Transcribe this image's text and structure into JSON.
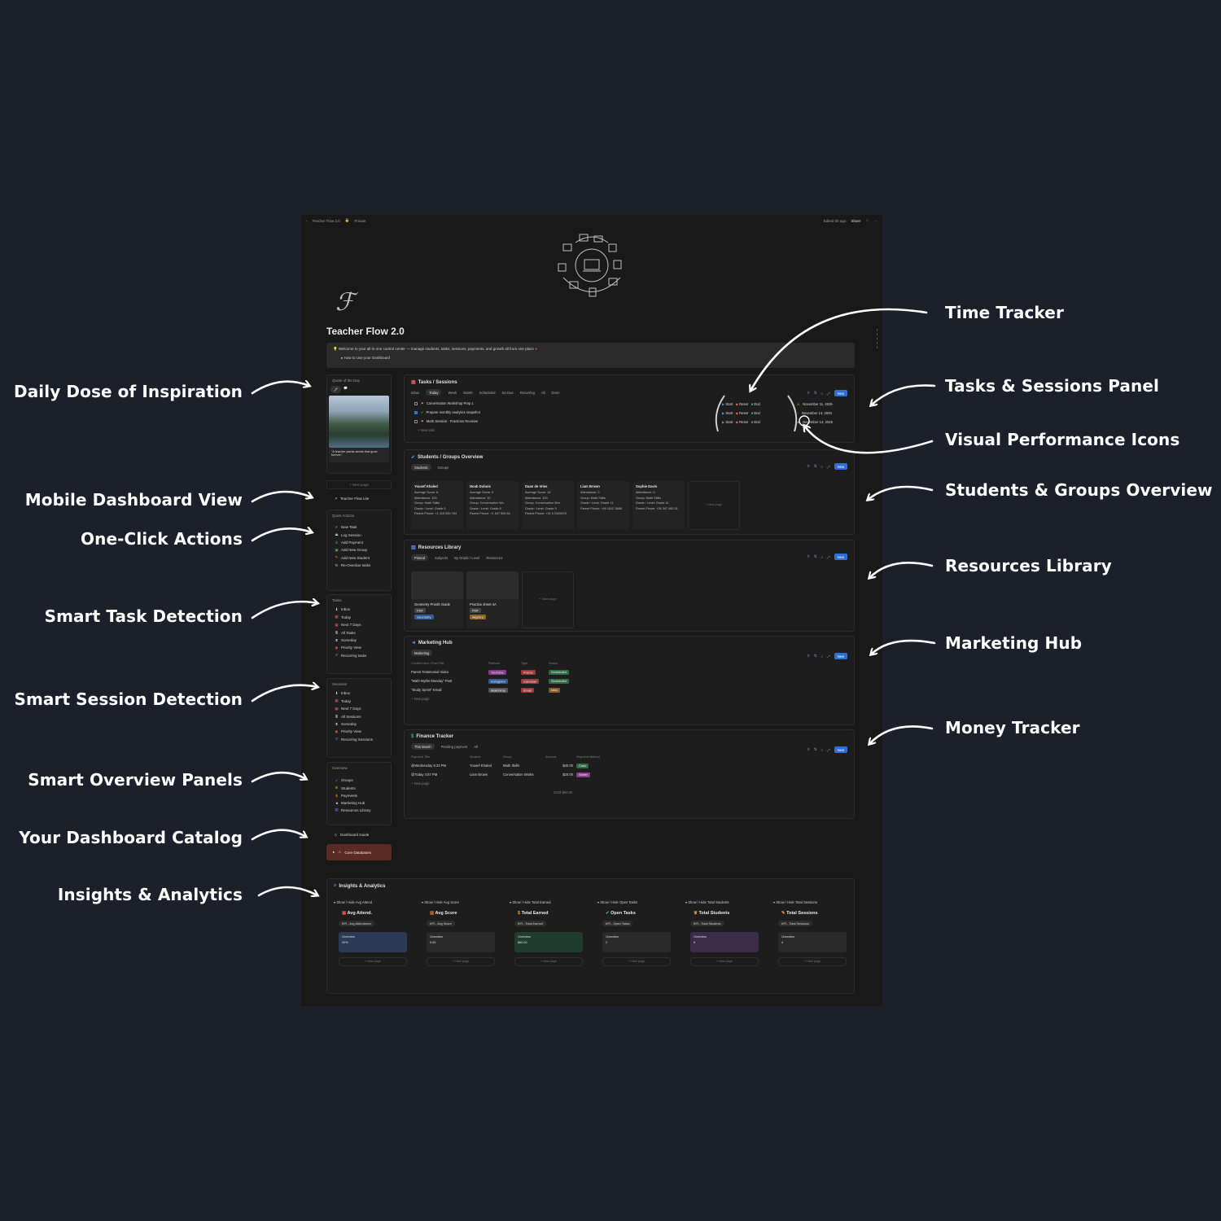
{
  "window": {
    "breadcrumb": "Teacher Flow 2.0",
    "privacy": "Private",
    "edited": "Edited 6h ago",
    "share": "Share",
    "page_title": "Teacher Flow 2.0",
    "welcome_text": "Welcome to your all-in-one control center — manage students, tasks, sessions, payments, and growth all from one place",
    "how_to": "How to Use your Dashboard"
  },
  "sidebar": {
    "quote_head": "Quote of the Day",
    "quote_text": "\"A teacher plants seeds that grow forever.\"",
    "new_page": "+ New page",
    "lite": "Teacher Flow Lite",
    "quick_actions": {
      "head": "Quick Actions",
      "items": [
        "New Task",
        "Log Session",
        "Add Payment",
        "Add New Group",
        "Add New Student",
        "Re-Overdue tasks"
      ]
    },
    "tasks": {
      "head": "Tasks",
      "items": [
        "Inbox",
        "Today",
        "Next 7 Days",
        "All Tasks",
        "Someday",
        "Priority View",
        "Recurring tasks"
      ]
    },
    "sessions": {
      "head": "Sessions",
      "items": [
        "Inbox",
        "Today",
        "Next 7 Days",
        "All Sessions",
        "Someday",
        "Priority View",
        "Recurring Sessions"
      ]
    },
    "overview": {
      "head": "Overview",
      "items": [
        "Groups",
        "Students",
        "Payments",
        "Marketing Hub",
        "Resources Library"
      ]
    },
    "guide": "Dashboard Guide",
    "core": "Core Databases"
  },
  "tasks": {
    "title": "Tasks / Sessions",
    "tabs": [
      "Inbox",
      "Today",
      "Week",
      "Month",
      "Scheduled",
      "No Due",
      "Recurring",
      "All",
      "Done"
    ],
    "new_label": "New",
    "rows": [
      {
        "name": "Conversation Workshop Prep 1",
        "date": "November 11, 2025",
        "checked": false
      },
      {
        "name": "Prepare monthly analytics snapshot",
        "date": "November 14, 2025",
        "checked": true
      },
      {
        "name": "Math Session - Fractions Revision",
        "date": "November 14, 2025",
        "checked": false
      }
    ],
    "timer": {
      "start": "Start",
      "reset": "Reset",
      "end": "End"
    },
    "new_task": "+ New task"
  },
  "students": {
    "title": "Students / Groups Overview",
    "tabs": [
      "Students",
      "Groups"
    ],
    "new_label": "New",
    "cards": [
      {
        "name": "Yousef Khaled",
        "l1": "Average Score: 8",
        "l2": "Attendance: 100",
        "l3": "Group: Math Skills",
        "l4": "Grade / Level: Grade 5",
        "l5": "Parent Phone: +1 415 555 784"
      },
      {
        "name": "Noah Dubois",
        "l1": "Average Score: 9",
        "l2": "Attendance: 10",
        "l3": "Group: Conversation Wo",
        "l4": "Grade / Level: Grade 8",
        "l5": "Parent Phone: +1 647 555 84"
      },
      {
        "name": "Daan de Vries",
        "l1": "Average Score: 10",
        "l2": "Attendance: 100",
        "l3": "Group: Conversation Wor",
        "l4": "Grade / Level: Grade 9",
        "l5": "Parent Phone: +31 6 2345678"
      },
      {
        "name": "Liam Brown",
        "l1": "Attendance: 0",
        "l2": "Group: Math Skills",
        "l3": "Grade / Level: Grade 11",
        "l4": "Parent Phone: +49 1512 3488",
        "l5": ""
      },
      {
        "name": "Sophie Davis",
        "l1": "Attendance: 0",
        "l2": "Group: Math Skills",
        "l3": "Grade / Level: Grade 11",
        "l4": "Parent Phone: +39 347 982 61",
        "l5": ""
      }
    ],
    "new_page": "+ New page"
  },
  "resources": {
    "title": "Resources Library",
    "tabs": [
      "Pinned",
      "Subjects",
      "By Grade / Level",
      "Resources"
    ],
    "new_label": "New",
    "cards": [
      {
        "name": "Geometry Proofs Guide",
        "type": "PDF",
        "tag": "Geometry"
      },
      {
        "name": "Practice sheet 4A",
        "type": "PDF",
        "tag": "Algebra"
      }
    ],
    "new_page": "+ New page"
  },
  "marketing": {
    "title": "Marketing Hub",
    "tab": "Marketing",
    "new_label": "New",
    "headers": [
      "Content Idea / Post Title",
      "Platform",
      "Type",
      "Status"
    ],
    "rows": [
      {
        "title": "Parent Testimonial Video",
        "platform": "YouTube",
        "type": "Promo",
        "status": "Scheduled"
      },
      {
        "title": "\"Math Myths Monday\" Post",
        "platform": "Instagram",
        "type": "Carousel",
        "status": "Scheduled"
      },
      {
        "title": "\"Study Sprint\" Email",
        "platform": "Mailchimp",
        "type": "Email",
        "status": "Idea"
      }
    ],
    "new_page": "+ New page"
  },
  "finance": {
    "title": "Finance Tracker",
    "tabs": [
      "This Month",
      "Pending payment",
      "All"
    ],
    "new_label": "New",
    "headers": [
      "Payment Title",
      "Student",
      "Group",
      "Amount",
      "Payment Method"
    ],
    "rows": [
      {
        "title": "@Wednesday 6:23 PM",
        "student": "Yousef Khaled",
        "group": "Math Skills",
        "amount": "$40.00",
        "method": "Cash"
      },
      {
        "title": "@Today 4:57 PM",
        "student": "Liam Brown",
        "group": "Conversation Works",
        "amount": "$20.00",
        "method": "Wallet"
      }
    ],
    "new_page": "+ New page",
    "sum": "SUM $60.00"
  },
  "insights": {
    "title": "Insights & Analytics",
    "columns": [
      {
        "show": "Show / Hide Avg Attend",
        "title": "Avg Attend.",
        "kpi": "KPI - Avg Attendance",
        "overview": "Overview",
        "value": "30%",
        "color": "#2b3a55"
      },
      {
        "show": "Show / Hide Avg Score",
        "title": "Avg Score",
        "kpi": "KPI - Avg Score",
        "overview": "Overview",
        "value": "9.00",
        "color": "#2a2a2a"
      },
      {
        "show": "Show / Hide Total Earned",
        "title": "Total Earned",
        "kpi": "KPI - Total Earned",
        "overview": "Overview",
        "value": "$60.00",
        "color": "#1f3d2e"
      },
      {
        "show": "Show / Hide Open Tasks",
        "title": "Open Tasks",
        "kpi": "KPI - Open Tasks",
        "overview": "Overview",
        "value": "2",
        "color": "#2a2a2a"
      },
      {
        "show": "Show / Hide Total Students",
        "title": "Total Students",
        "kpi": "KPI - Total Students",
        "overview": "Overview",
        "value": "5",
        "color": "#3b2a4a"
      },
      {
        "show": "Show / Hide Total Sessions",
        "title": "Total Sessions",
        "kpi": "KPI - Total Sessions",
        "overview": "Overview",
        "value": "4",
        "color": "#2a2a2a"
      }
    ],
    "new_page": "+ New page"
  },
  "callouts": {
    "daily_dose": "Daily Dose of Inspiration",
    "mobile": "Mobile Dashboard View",
    "one_click": "One-Click Actions",
    "smart_task": "Smart Task Detection",
    "smart_session": "Smart Session Detection",
    "smart_overview": "Smart Overview Panels",
    "catalog": "Your Dashboard Catalog",
    "insights": "Insights & Analytics",
    "time_tracker": "Time Tracker",
    "tasks_panel": "Tasks & Sessions Panel",
    "visual_icons": "Visual Performance Icons",
    "students_overview": "Students & Groups Overview",
    "resources": "Resources Library",
    "marketing": "Marketing Hub",
    "money": "Money Tracker"
  },
  "colors": {
    "background": "#1c202b",
    "window": "#191919",
    "accent": "#2f6fd6",
    "core_button": "#5a2a23"
  }
}
